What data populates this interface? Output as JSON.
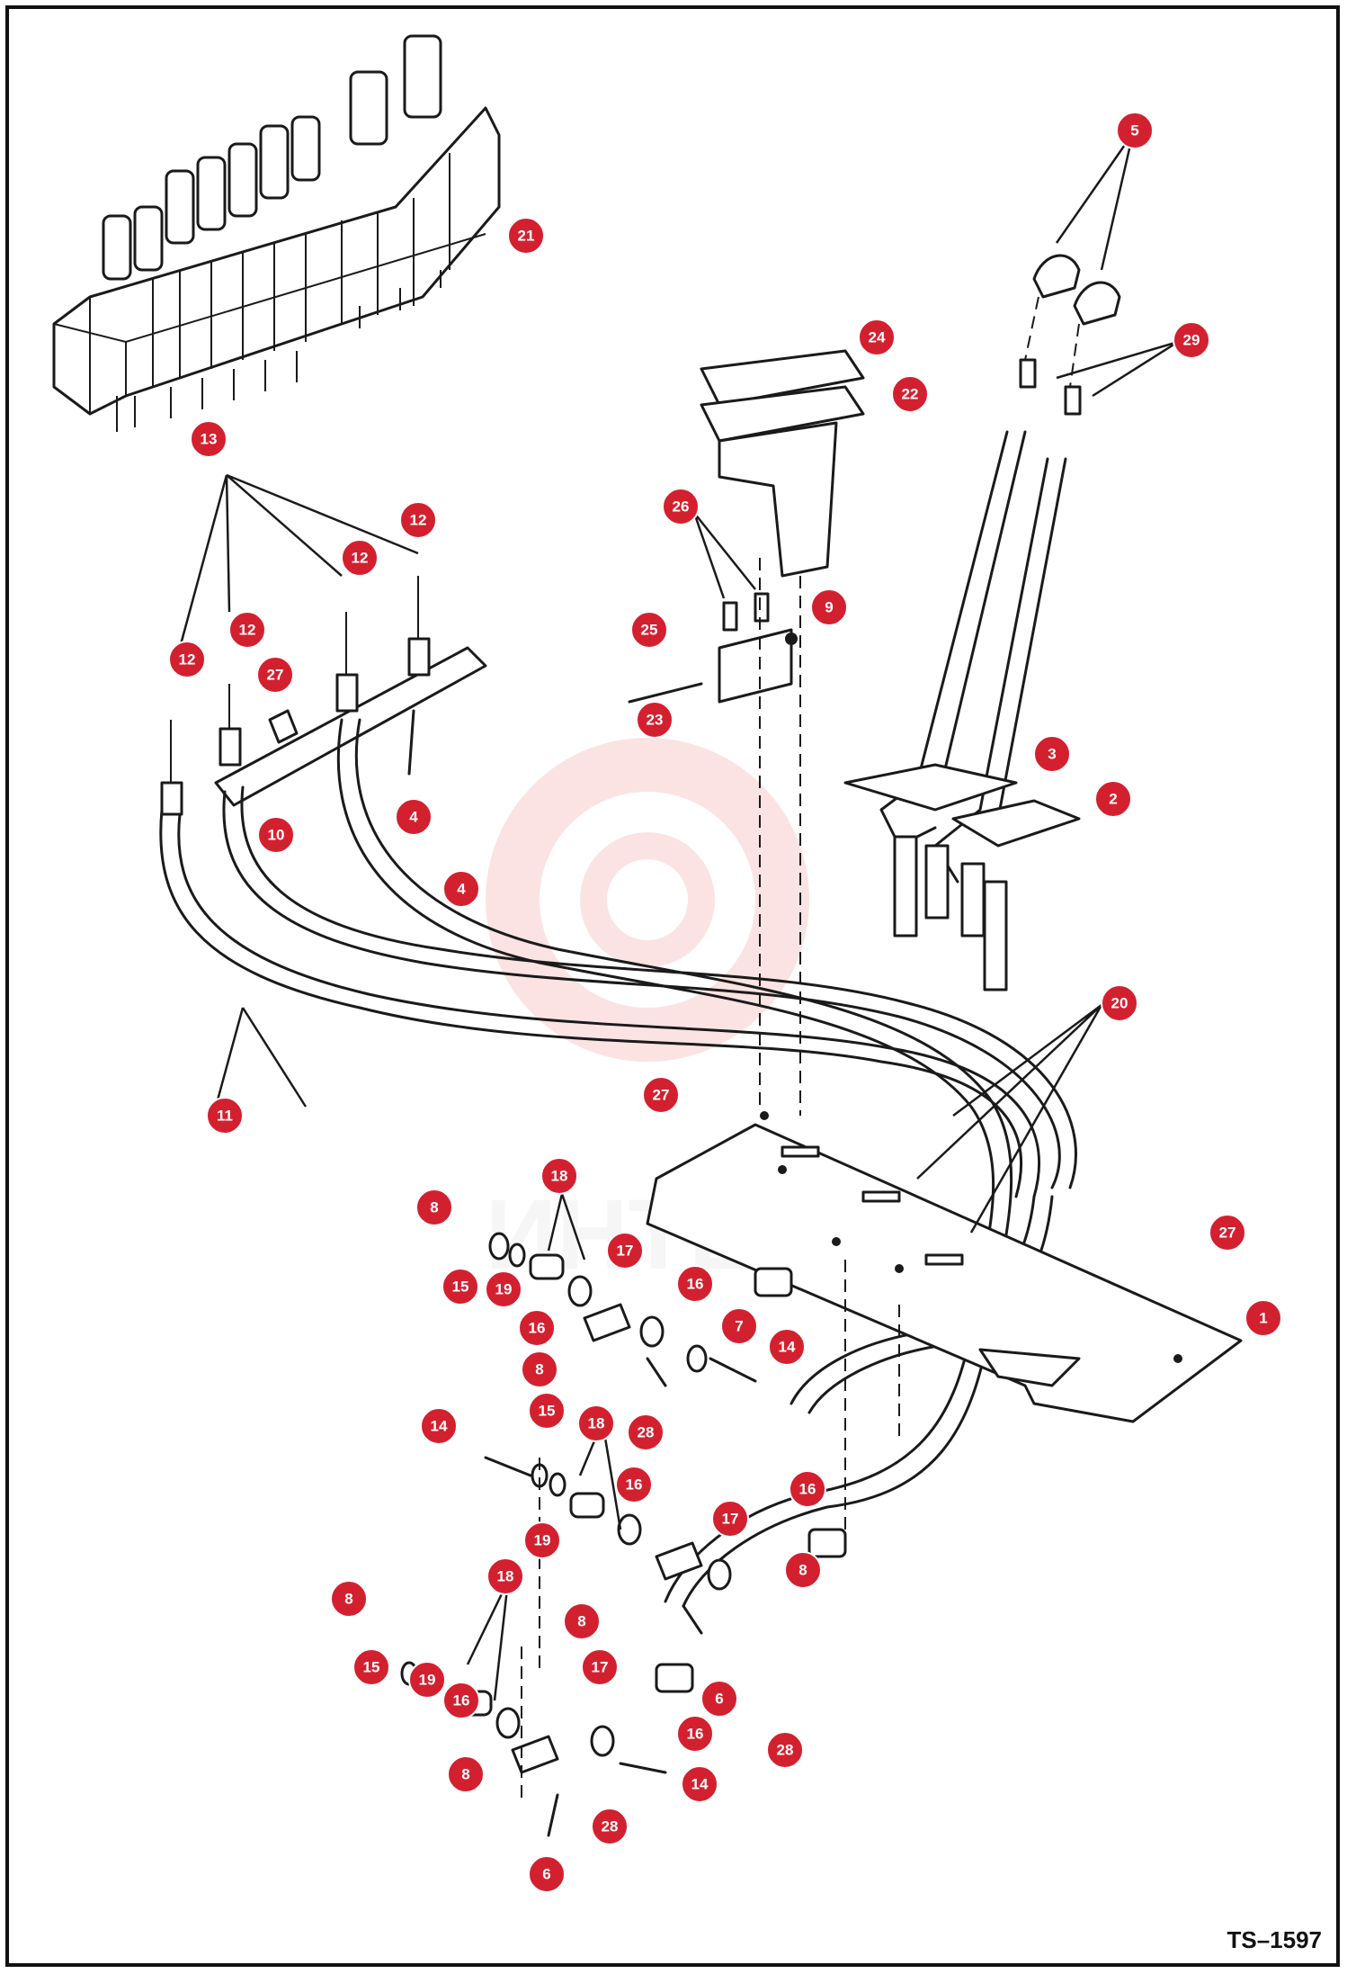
{
  "drawing_code": "TS–1597",
  "watermark": {
    "text": "ИНТЕХ"
  },
  "callouts": [
    {
      "id": "c1",
      "label": "1"
    },
    {
      "id": "c2",
      "label": "2"
    },
    {
      "id": "c3",
      "label": "3"
    },
    {
      "id": "c4a",
      "label": "4"
    },
    {
      "id": "c4b",
      "label": "4"
    },
    {
      "id": "c5",
      "label": "5"
    },
    {
      "id": "c6a",
      "label": "6"
    },
    {
      "id": "c6b",
      "label": "6"
    },
    {
      "id": "c7",
      "label": "7"
    },
    {
      "id": "c8a",
      "label": "8"
    },
    {
      "id": "c8b",
      "label": "8"
    },
    {
      "id": "c8c",
      "label": "8"
    },
    {
      "id": "c8d",
      "label": "8"
    },
    {
      "id": "c8e",
      "label": "8"
    },
    {
      "id": "c8f",
      "label": "8"
    },
    {
      "id": "c9",
      "label": "9"
    },
    {
      "id": "c10",
      "label": "10"
    },
    {
      "id": "c11",
      "label": "11"
    },
    {
      "id": "c12a",
      "label": "12"
    },
    {
      "id": "c12b",
      "label": "12"
    },
    {
      "id": "c12c",
      "label": "12"
    },
    {
      "id": "c12d",
      "label": "12"
    },
    {
      "id": "c13",
      "label": "13"
    },
    {
      "id": "c14a",
      "label": "14"
    },
    {
      "id": "c14b",
      "label": "14"
    },
    {
      "id": "c14c",
      "label": "14"
    },
    {
      "id": "c15a",
      "label": "15"
    },
    {
      "id": "c15b",
      "label": "15"
    },
    {
      "id": "c15c",
      "label": "15"
    },
    {
      "id": "c16a",
      "label": "16"
    },
    {
      "id": "c16b",
      "label": "16"
    },
    {
      "id": "c16c",
      "label": "16"
    },
    {
      "id": "c16d",
      "label": "16"
    },
    {
      "id": "c16e",
      "label": "16"
    },
    {
      "id": "c16f",
      "label": "16"
    },
    {
      "id": "c17a",
      "label": "17"
    },
    {
      "id": "c17b",
      "label": "17"
    },
    {
      "id": "c17c",
      "label": "17"
    },
    {
      "id": "c18a",
      "label": "18"
    },
    {
      "id": "c18b",
      "label": "18"
    },
    {
      "id": "c18c",
      "label": "18"
    },
    {
      "id": "c19a",
      "label": "19"
    },
    {
      "id": "c19b",
      "label": "19"
    },
    {
      "id": "c19c",
      "label": "19"
    },
    {
      "id": "c20",
      "label": "20"
    },
    {
      "id": "c21",
      "label": "21"
    },
    {
      "id": "c22",
      "label": "22"
    },
    {
      "id": "c23",
      "label": "23"
    },
    {
      "id": "c24",
      "label": "24"
    },
    {
      "id": "c25",
      "label": "25"
    },
    {
      "id": "c26",
      "label": "26"
    },
    {
      "id": "c27a",
      "label": "27"
    },
    {
      "id": "c27b",
      "label": "27"
    },
    {
      "id": "c27c",
      "label": "27"
    },
    {
      "id": "c28a",
      "label": "28"
    },
    {
      "id": "c28b",
      "label": "28"
    },
    {
      "id": "c28c",
      "label": "28"
    },
    {
      "id": "c29",
      "label": "29"
    }
  ]
}
